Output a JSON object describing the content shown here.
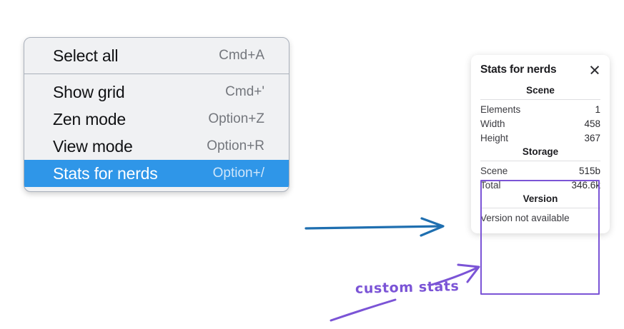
{
  "menu": {
    "groups": [
      {
        "items": [
          {
            "label": "Select all",
            "shortcut": "Cmd+A",
            "selected": false
          }
        ]
      },
      {
        "items": [
          {
            "label": "Show grid",
            "shortcut": "Cmd+'",
            "selected": false
          },
          {
            "label": "Zen mode",
            "shortcut": "Option+Z",
            "selected": false
          },
          {
            "label": "View mode",
            "shortcut": "Option+R",
            "selected": false
          },
          {
            "label": "Stats for nerds",
            "shortcut": "Option+/",
            "selected": true
          }
        ]
      }
    ]
  },
  "stats_panel": {
    "title": "Stats for nerds",
    "close_icon": "close-icon",
    "sections": [
      {
        "heading": "Scene",
        "rows": [
          {
            "key": "Elements",
            "value": "1"
          },
          {
            "key": "Width",
            "value": "458"
          },
          {
            "key": "Height",
            "value": "367"
          }
        ]
      },
      {
        "heading": "Storage",
        "rows": [
          {
            "key": "Scene",
            "value": "515b"
          },
          {
            "key": "Total",
            "value": "346.6k"
          }
        ]
      },
      {
        "heading": "Version",
        "note": "Version not available",
        "rows": []
      }
    ]
  },
  "annotations": {
    "custom_stats_label": "custom stats",
    "blue_arrow_color": "#1f6fb0",
    "purple_color": "#7b54d6",
    "highlight_border_color": "#7b54d6"
  }
}
